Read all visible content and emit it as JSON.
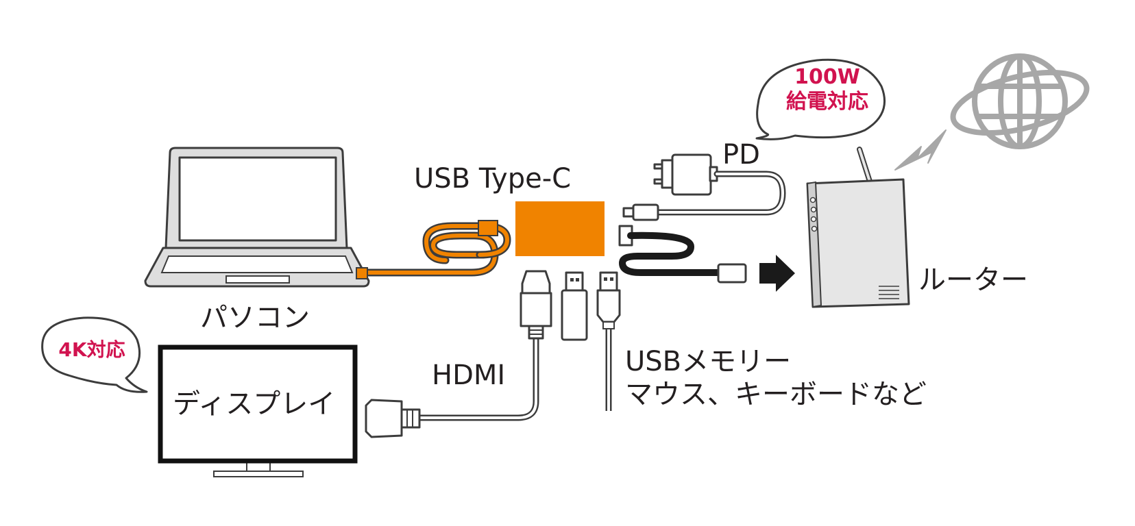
{
  "labels": {
    "usb_type_c": "USB Type-C",
    "pd": "PD",
    "hdmi": "HDMI",
    "pasokon": "パソコン",
    "router": "ルーター",
    "display": "ディスプレイ",
    "usb_memory_line1": "USBメモリー",
    "usb_memory_line2": "マウス、キーボードなど"
  },
  "bubbles": {
    "power_line1": "100W",
    "power_line2": "給電対応",
    "display_4k": "4K対応"
  },
  "colors": {
    "hub": "#f08300",
    "accent_text": "#d1134f",
    "outline": "#3c3c3c",
    "device_fill": "#e6e6e6",
    "globe": "#a7a7a7"
  }
}
